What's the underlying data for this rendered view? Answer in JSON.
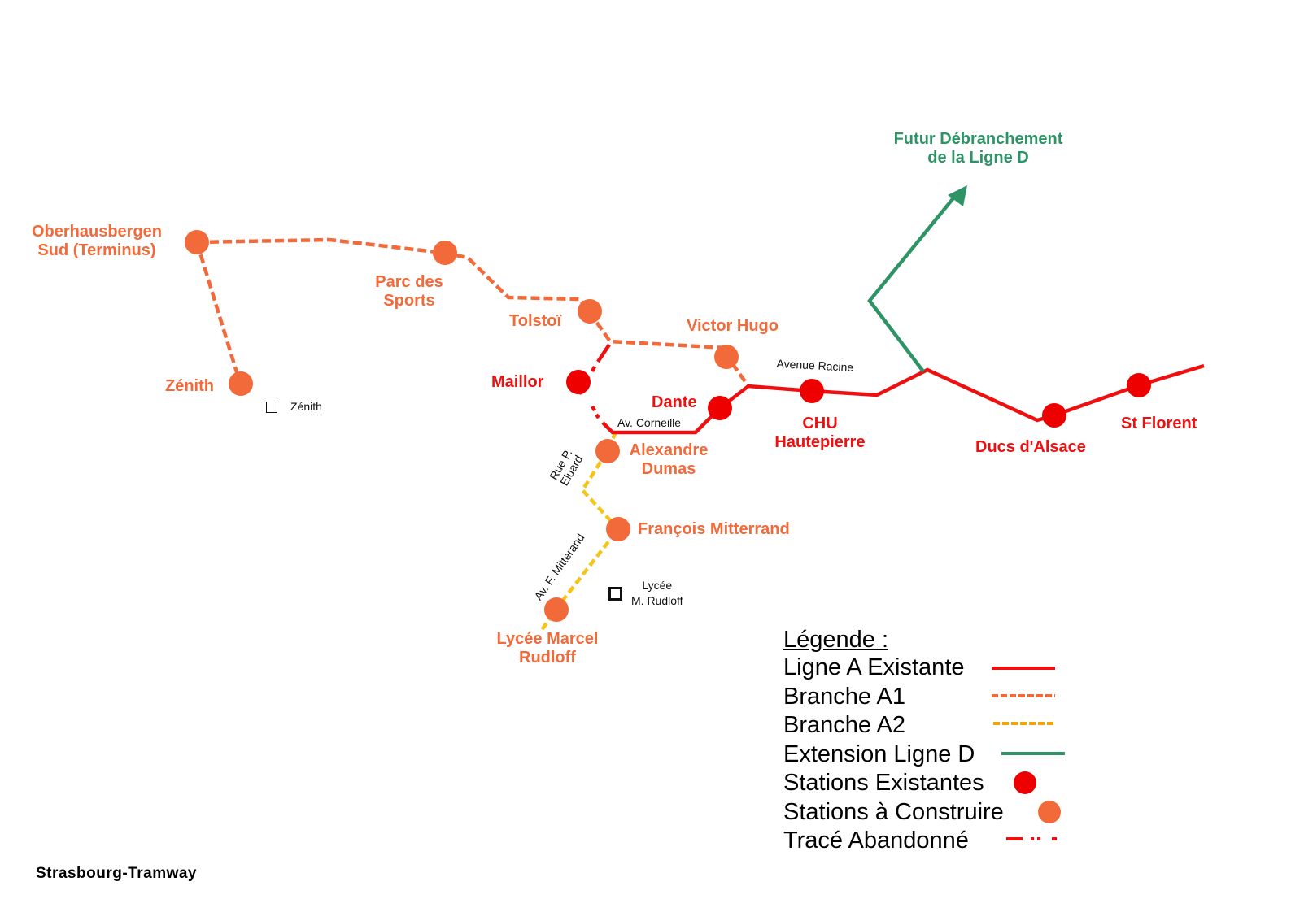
{
  "colors": {
    "ligne_a": "#ee1010",
    "branche_a1": "#f26a3a",
    "branche_a2": "#f5c518",
    "ligne_d": "#2e9466",
    "station_existing": "#ee0000",
    "station_planned": "#f26a3a",
    "abandoned": "#ee1010"
  },
  "stations": {
    "oberhausbergen": {
      "label_line1": "Oberhausbergen",
      "label_line2": "Sud (Terminus)",
      "status": "planned"
    },
    "zenith": {
      "label": "Zénith",
      "status": "planned"
    },
    "parc_des_sports": {
      "label_line1": "Parc des",
      "label_line2": "Sports",
      "status": "planned"
    },
    "tolstoi": {
      "label": "Tolstoï",
      "status": "planned"
    },
    "victor_hugo": {
      "label": "Victor Hugo",
      "status": "planned"
    },
    "maillor": {
      "label": "Maillor",
      "status": "existing"
    },
    "dante": {
      "label": "Dante",
      "status": "existing"
    },
    "alexandre_dumas": {
      "label_line1": "Alexandre",
      "label_line2": "Dumas",
      "status": "planned"
    },
    "francois_mitterrand": {
      "label": "François Mitterrand",
      "status": "planned"
    },
    "lycee_marcel_rudloff": {
      "label_line1": "Lycée Marcel",
      "label_line2": "Rudloff",
      "status": "planned"
    },
    "chu_hautepierre": {
      "label_line1": "CHU",
      "label_line2": "Hautepierre",
      "status": "existing"
    },
    "ducs_dalsace": {
      "label": "Ducs d'Alsace",
      "status": "existing"
    },
    "st_florent": {
      "label": "St Florent",
      "status": "existing"
    }
  },
  "streets": {
    "avenue_racine": "Avenue Racine",
    "av_corneille": "Av. Corneille",
    "rue_eluard_line1": "Rue P.",
    "rue_eluard_line2": "Eluard",
    "av_mitterand": "Av. F. Mitterand"
  },
  "pois": {
    "zenith": "Zénith",
    "lycee_line1": "Lycée",
    "lycee_line2": "M. Rudloff"
  },
  "annotation": {
    "line1": "Futur Débranchement",
    "line2": "de la Ligne D"
  },
  "legend": {
    "title": "Légende :",
    "items": [
      {
        "label": "Ligne A Existante",
        "symbol": "solid-red-line"
      },
      {
        "label": "Branche A1",
        "symbol": "dashed-orange-line"
      },
      {
        "label": "Branche A2",
        "symbol": "dashed-yellow-line"
      },
      {
        "label": "Extension Ligne D",
        "symbol": "solid-green-line"
      },
      {
        "label": "Stations Existantes",
        "symbol": "red-dot"
      },
      {
        "label": "Stations à Construire",
        "symbol": "orange-dot"
      },
      {
        "label": "Tracé Abandonné",
        "symbol": "dash-dot-red-line"
      }
    ]
  },
  "footer": "Strasbourg-Tramway"
}
